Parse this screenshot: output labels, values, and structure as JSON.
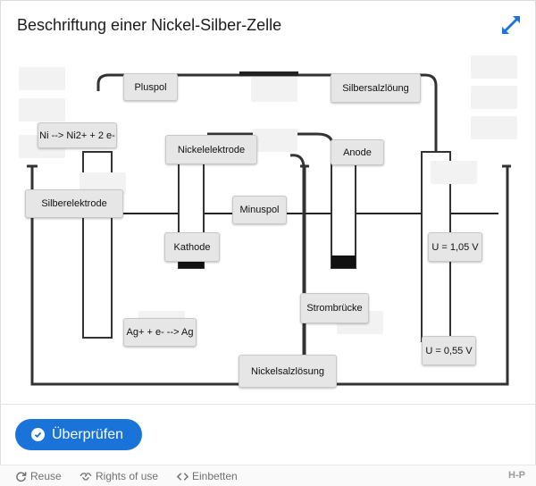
{
  "title": "Beschriftung einer Nickel-Silber-Zelle",
  "icons": {
    "fullscreen": "fullscreen-expand-icon",
    "check": "check-circle-icon"
  },
  "labels": {
    "pluspol": "Pluspol",
    "silbersalzloesung": "Silbersalzlöung",
    "ni_reaction": "Ni --> Ni2+ + 2 e-",
    "nickelelektrode": "Nickelelektrode",
    "anode": "Anode",
    "silberelektrode": "Silberelektrode",
    "minuspol": "Minuspol",
    "kathode": "Kathode",
    "u_105": "U = 1,05 V",
    "strombruecke": "Strombrücke",
    "ag_reaction": "Ag+ + e- --> Ag",
    "u_055": "U = 0,55 V",
    "nickelsalzloesung": "Nickelsalzlösung"
  },
  "check_button": "Überprüfen",
  "footer": {
    "reuse": "Reuse",
    "rights": "Rights of use",
    "embed": "Einbetten",
    "brand": "H-P"
  },
  "colors": {
    "accent": "#1a73d9"
  }
}
